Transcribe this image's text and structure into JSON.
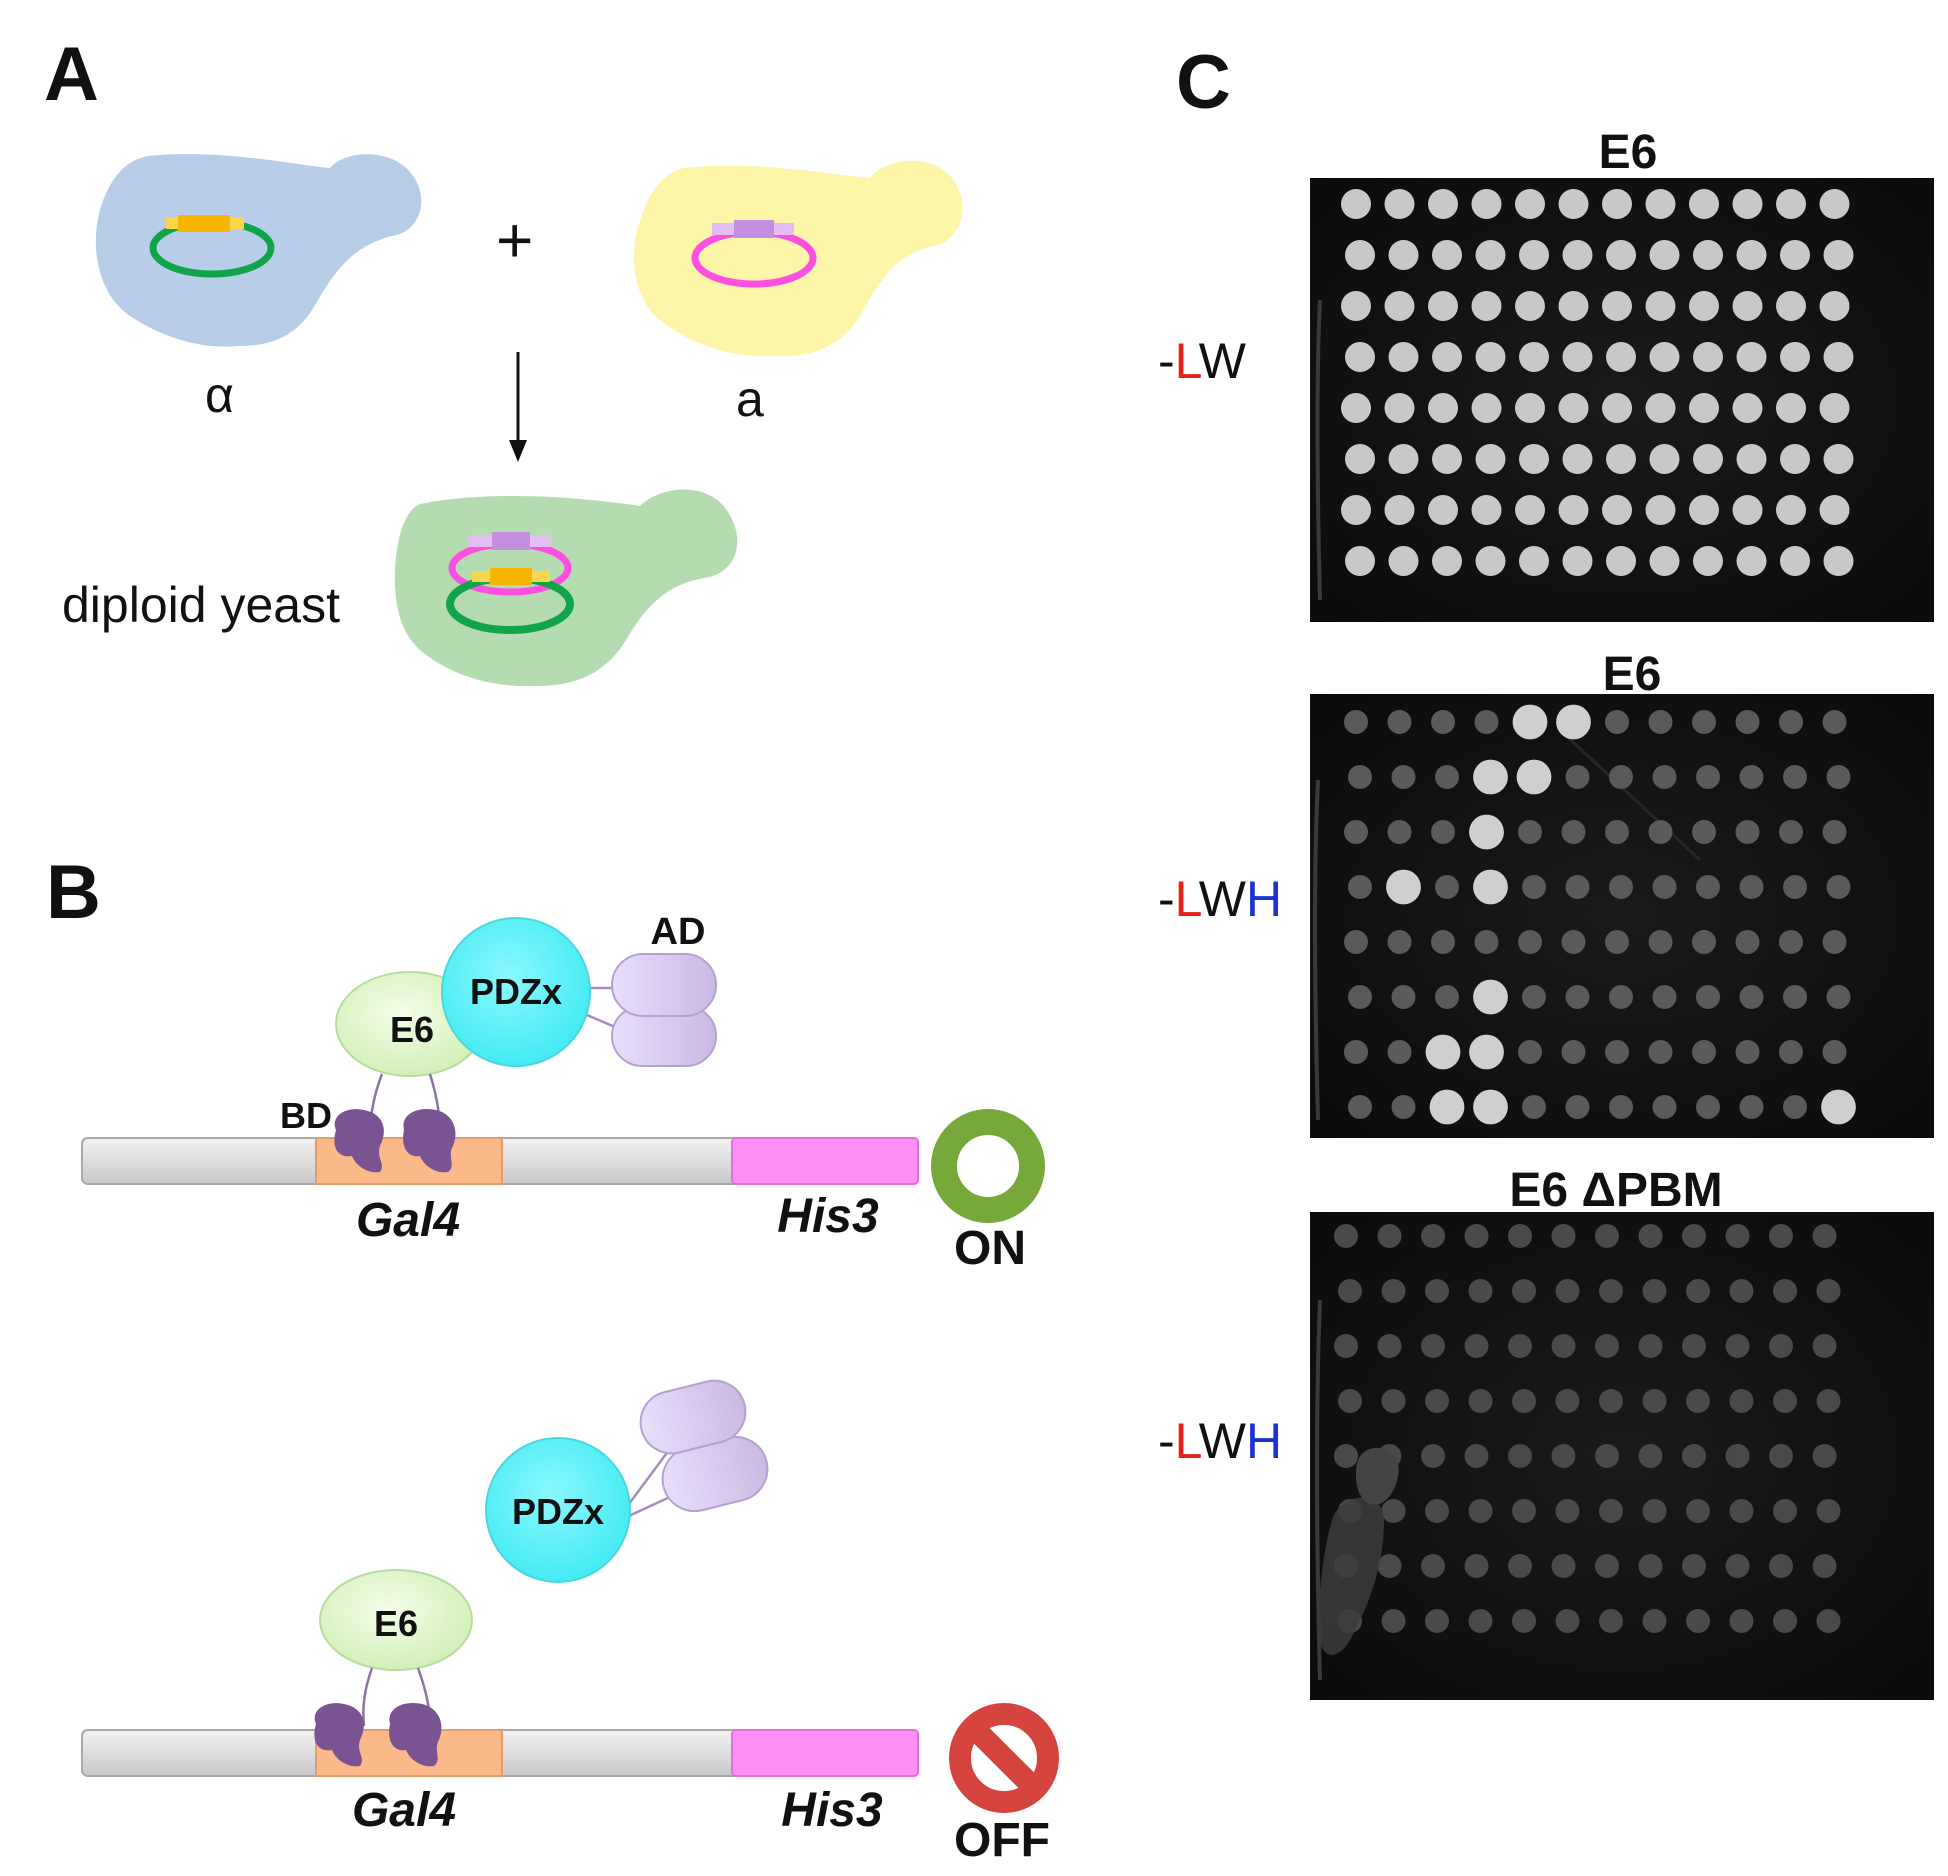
{
  "panel_a": {
    "letter": "A",
    "plus": "+",
    "alpha_label": "α",
    "a_label": "a",
    "diploid_label": "diploid yeast"
  },
  "panel_b": {
    "letter": "B",
    "on_state": {
      "ad_label": "AD",
      "pdz_label": "PDZx",
      "e6_label": "E6",
      "bd_label": "BD",
      "gal4_label": "Gal4",
      "his3_label": "His3",
      "status": "ON"
    },
    "off_state": {
      "pdz_label": "PDZx",
      "e6_label": "E6",
      "gal4_label": "Gal4",
      "his3_label": "His3",
      "status": "OFF"
    }
  },
  "panel_c": {
    "letter": "C",
    "plates": [
      {
        "title": "E6",
        "media_prefix": "-",
        "media_l": "L",
        "media_w": "W",
        "media_h": ""
      },
      {
        "title": "E6",
        "media_prefix": "-",
        "media_l": "L",
        "media_w": "W",
        "media_h": "H"
      },
      {
        "title": "E6 ΔPBM",
        "media_prefix": "-",
        "media_l": "L",
        "media_w": "W",
        "media_h": "H"
      }
    ]
  },
  "colors": {
    "alpha_cell": "#b8cde8",
    "a_cell": "#fdf5a8",
    "diploid_cell": "#b5dbb0",
    "green_plasmid": "#11a44a",
    "magenta_plasmid": "#ff4fe0",
    "orange_insert": "#f7b500",
    "purple_insert": "#c58fe0",
    "pdz": "#5cf4fa",
    "e6": "#dcf7c2",
    "ad": "#ddd0ef",
    "bd": "#7a5392",
    "gal4_box": "#fbb98a",
    "his3_box": "#ff8ff5",
    "on_ring": "#76a83a",
    "off_sign": "#d6443f",
    "media_l": "#e8201a",
    "media_h": "#1d32d4",
    "plate_bg": "#121212"
  }
}
